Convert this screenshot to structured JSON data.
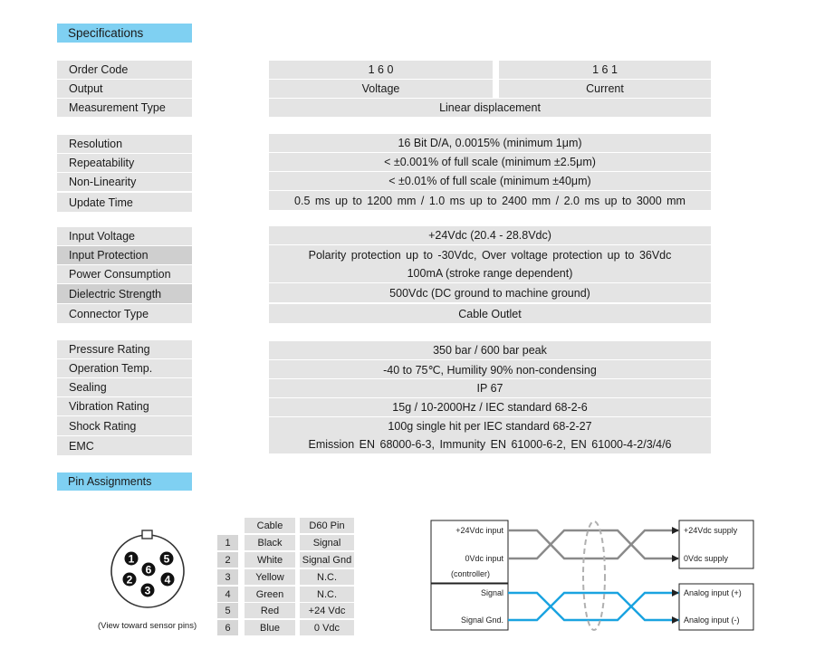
{
  "specifications": {
    "heading": "Specifications",
    "order_code": {
      "label": "Order Code",
      "col1": "1 6 0",
      "col2": "1 6 1"
    },
    "output": {
      "label": "Output",
      "col1": "Voltage",
      "col2": "Current"
    },
    "measurement_type": {
      "label": "Measurement Type",
      "value": "Linear displacement"
    },
    "resolution": {
      "label": "Resolution",
      "value": "16 Bit D/A, 0.0015% (minimum 1μm)"
    },
    "repeatability": {
      "label": "Repeatability",
      "value": "< ±0.001% of full scale (minimum ±2.5μm)"
    },
    "non_linearity": {
      "label": "Non-Linearity",
      "value": "< ±0.01% of full scale (minimum ±40μm)"
    },
    "update_time": {
      "label": "Update Time",
      "value": "0.5 ms up to 1200 mm / 1.0 ms up to 2400 mm / 2.0 ms up to 3000 mm"
    },
    "input_voltage": {
      "label": "Input Voltage",
      "value": "+24Vdc (20.4 - 28.8Vdc)"
    },
    "input_protection": {
      "label": "Input Protection",
      "value": "Polarity protection up to -30Vdc, Over voltage protection up to 36Vdc"
    },
    "power_consumption": {
      "label": "Power Consumption",
      "value": "100mA (stroke range dependent)"
    },
    "dielectric_strength": {
      "label": "Dielectric Strength",
      "value": "500Vdc (DC ground to machine ground)"
    },
    "connector_type": {
      "label": "Connector Type",
      "value": "Cable Outlet"
    },
    "pressure_rating": {
      "label": "Pressure Rating",
      "value": "350 bar / 600 bar peak"
    },
    "operation_temp": {
      "label": "Operation Temp.",
      "value": "-40 to 75℃, Humility 90% non-condensing"
    },
    "sealing": {
      "label": "Sealing",
      "value": "IP 67"
    },
    "vibration_rating": {
      "label": "Vibration Rating",
      "value": "15g / 10-2000Hz / IEC standard 68-2-6"
    },
    "shock_rating": {
      "label": "Shock Rating",
      "value": "100g single hit per IEC standard 68-2-27"
    },
    "emc": {
      "label": "EMC",
      "value": "Emission EN 68000-6-3, Immunity EN 61000-6-2, EN 61000-4-2/3/4/6"
    }
  },
  "pin_assignments": {
    "heading": "Pin Assignments",
    "connector": {
      "pins": [
        "1",
        "2",
        "3",
        "4",
        "5",
        "6"
      ],
      "caption": "(View toward sensor pins)"
    },
    "table": {
      "headers": {
        "cable": "Cable",
        "d60": "D60 Pin"
      },
      "rows": [
        {
          "pin": "1",
          "cable": "Black",
          "d60": "Signal"
        },
        {
          "pin": "2",
          "cable": "White",
          "d60": "Signal Gnd"
        },
        {
          "pin": "3",
          "cable": "Yellow",
          "d60": "N.C."
        },
        {
          "pin": "4",
          "cable": "Green",
          "d60": "N.C."
        },
        {
          "pin": "5",
          "cable": "Red",
          "d60": "+24 Vdc"
        },
        {
          "pin": "6",
          "cable": "Blue",
          "d60": "0 Vdc"
        }
      ]
    },
    "wiring": {
      "left": {
        "input_24v": "+24Vdc input",
        "input_0v": "0Vdc input",
        "controller": "(controller)",
        "signal": "Signal",
        "signal_gnd": "Signal Gnd."
      },
      "right": {
        "supply_24v": "+24Vdc supply",
        "supply_0v": "0Vdc supply",
        "analog_plus": "Analog input (+)",
        "analog_minus": "Analog input (-)"
      },
      "colors": {
        "power_wire": "#8a8a8a",
        "signal_wire": "#1aa3e0",
        "shield": "#b0b0b0"
      }
    }
  }
}
